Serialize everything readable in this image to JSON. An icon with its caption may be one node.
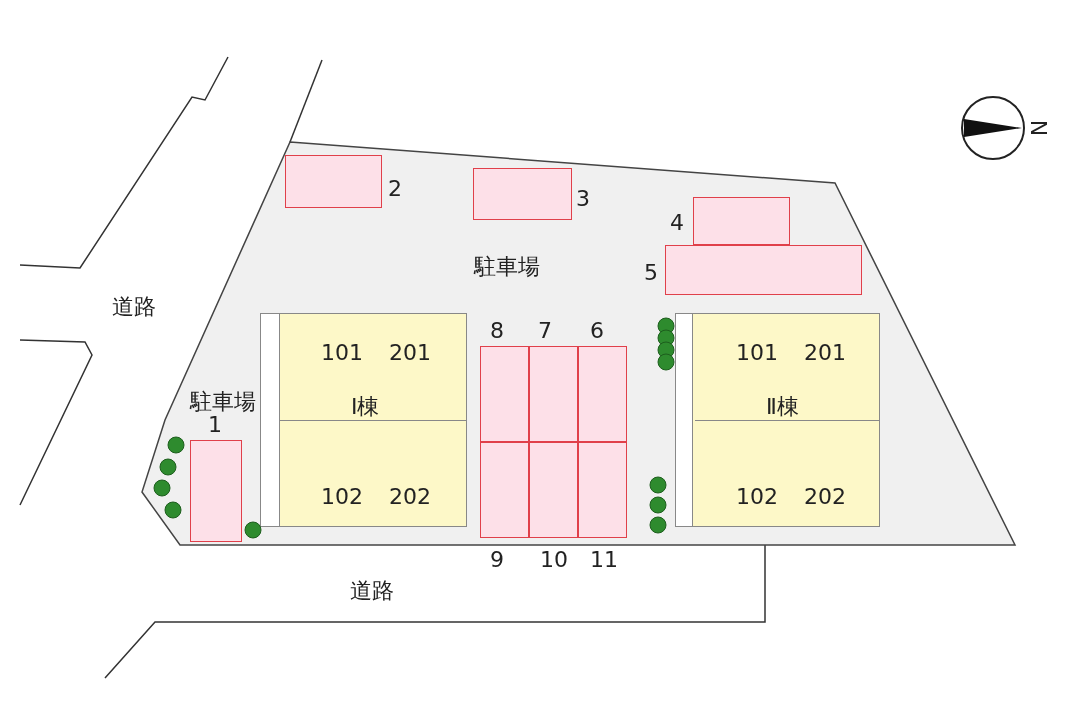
{
  "diagram": {
    "nodes": [
      {
        "text": [
          "駐車場",
          "駐車場"
        ]
      },
      {
        "text": [],
        "shape": "box",
        "in": 0,
        "beside": [
          "2"
        ]
      },
      {
        "text": [],
        "shape": "box",
        "in": 0,
        "beside": [
          "3"
        ]
      },
      {
        "text": [],
        "shape": "box",
        "in": 0,
        "beside": [
          "4"
        ]
      },
      {
        "text": [],
        "shape": "box",
        "in": 0,
        "beside": [
          "5"
        ]
      },
      {
        "text": [
          "101",
          "201",
          "Ⅰ棟",
          "102",
          "202"
        ],
        "in": 0
      },
      {
        "text": [],
        "shape": "box",
        "in": 0,
        "beside": [
          "8"
        ]
      },
      {
        "text": [],
        "shape": "box",
        "in": 0,
        "beside": [
          "7"
        ]
      },
      {
        "text": [],
        "shape": "box",
        "in": 0,
        "beside": [
          "6"
        ]
      },
      {
        "text": [
          "101",
          "201",
          "Ⅱ棟",
          "102",
          "202"
        ],
        "in": 0
      },
      {
        "text": [],
        "shape": "box",
        "in": 0,
        "beside": [
          "1"
        ]
      },
      {
        "text": [],
        "shape": "box",
        "in": 0,
        "beside": [
          "9"
        ]
      },
      {
        "text": [],
        "shape": "box",
        "in": 0,
        "beside": [
          "10"
        ]
      },
      {
        "text": [],
        "shape": "box",
        "in": 0,
        "beside": [
          "11"
        ]
      }
    ],
    "labels": [
      "N",
      "道路",
      "道路"
    ]
  }
}
